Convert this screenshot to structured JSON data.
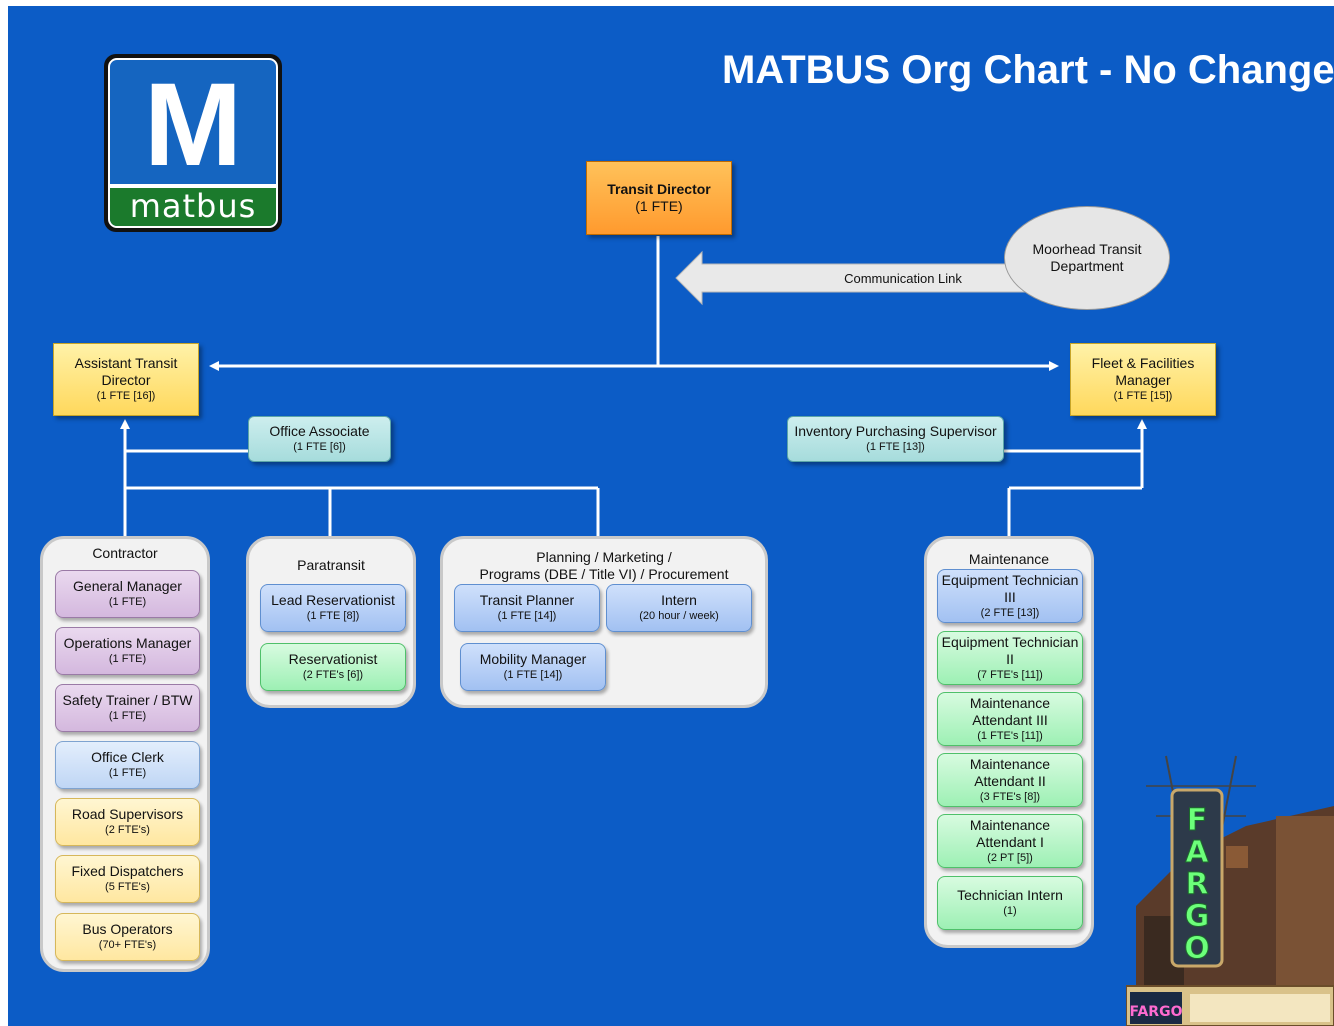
{
  "title": "MATBUS Org Chart - No Changes",
  "logo": {
    "letter": "M",
    "wordmark": "matbus",
    "colors": {
      "top": "#1565c0",
      "band": "#1b7a2c"
    }
  },
  "background_color": "#0c5cc6",
  "nodes": {
    "transit_director": {
      "title": "Transit Director",
      "fte": "(1 FTE)"
    },
    "assistant_transit_director": {
      "title": "Assistant Transit Director",
      "fte": "(1 FTE [16])"
    },
    "fleet_facilities_manager": {
      "title": "Fleet & Facilities Manager",
      "fte": "(1 FTE [15])"
    },
    "office_associate": {
      "title": "Office Associate",
      "fte": "(1 FTE [6])"
    },
    "inventory_purchasing_supervisor": {
      "title": "Inventory Purchasing Supervisor",
      "fte": "(1 FTE [13])"
    },
    "moorhead_transit_department": {
      "title": "Moorhead Transit Department"
    },
    "communication_link": "Communication Link"
  },
  "groups": {
    "contractor": {
      "label": "Contractor",
      "items": [
        {
          "title": "General Manager",
          "fte": "(1 FTE)"
        },
        {
          "title": "Operations Manager",
          "fte": "(1 FTE)"
        },
        {
          "title": "Safety Trainer / BTW",
          "fte": "(1 FTE)"
        },
        {
          "title": "Office Clerk",
          "fte": "(1 FTE)"
        },
        {
          "title": "Road Supervisors",
          "fte": "(2 FTE's)"
        },
        {
          "title": "Fixed Dispatchers",
          "fte": "(5 FTE's)"
        },
        {
          "title": "Bus Operators",
          "fte": "(70+ FTE's)"
        }
      ]
    },
    "paratransit": {
      "label": "Paratransit",
      "items": [
        {
          "title": "Lead Reservationist",
          "fte": "(1 FTE [8])"
        },
        {
          "title": "Reservationist",
          "fte": "(2 FTE's [6])"
        }
      ]
    },
    "planning": {
      "label_line1": "Planning / Marketing /",
      "label_line2": "Programs (DBE / Title VI) / Procurement",
      "items": [
        {
          "title": "Transit Planner",
          "fte": "(1 FTE [14])"
        },
        {
          "title": "Intern",
          "fte": "(20 hour / week)"
        },
        {
          "title": "Mobility Manager",
          "fte": "(1 FTE [14])"
        }
      ]
    },
    "maintenance": {
      "label": "Maintenance",
      "items": [
        {
          "title_line1": "Equipment Technician",
          "title_line2": "III",
          "fte": "(2 FTE [13])"
        },
        {
          "title_line1": "Equipment Technician",
          "title_line2": "II",
          "fte": "(7 FTE's [11])"
        },
        {
          "title_line1": "Maintenance",
          "title_line2": "Attendant III",
          "fte": "(1 FTE's [11])"
        },
        {
          "title_line1": "Maintenance",
          "title_line2": "Attendant II",
          "fte": "(3 FTE's [8])"
        },
        {
          "title_line1": "Maintenance",
          "title_line2": "Attendant I",
          "fte": "(2 PT [5])"
        },
        {
          "title_line1": "Technician Intern",
          "fte": "(1)"
        }
      ]
    }
  },
  "fargo_sign": {
    "letters": [
      "F",
      "A",
      "R",
      "G",
      "O"
    ],
    "marquee": "FARGO"
  },
  "colors": {
    "orange": "#ff9a2e",
    "yellow": "#ffd85c",
    "teal": "#a6dcdc",
    "purple": "#d4b8de",
    "light_blue": "#bfd6f5",
    "blue": "#a2c1f2",
    "green": "#9df0b4",
    "cream": "#ffe7a0"
  }
}
